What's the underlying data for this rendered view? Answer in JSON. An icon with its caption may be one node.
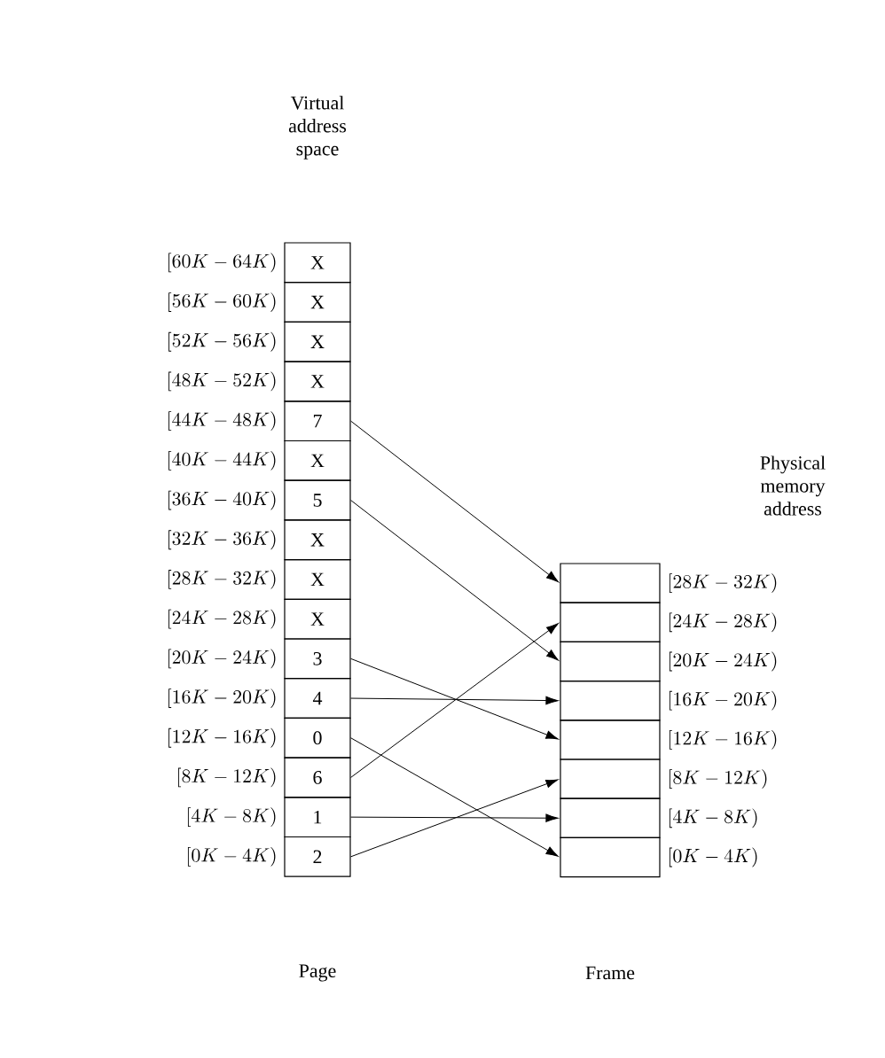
{
  "diagram": {
    "nodes": [
      {
        "text": [
          "X"
        ],
        "beside": [
          "[60K-64K)"
        ]
      },
      {
        "text": [
          "X"
        ],
        "beside": [
          "[56K-60K)"
        ]
      },
      {
        "text": [
          "X"
        ],
        "beside": [
          "[52K-56K)"
        ]
      },
      {
        "text": [
          "X"
        ],
        "beside": [
          "[48K-52K)"
        ]
      },
      {
        "text": [
          "7"
        ],
        "beside": [
          "[44K-48K)"
        ]
      },
      {
        "text": [
          "X"
        ],
        "beside": [
          "[40K-44K)"
        ]
      },
      {
        "text": [
          "5"
        ],
        "beside": [
          "[36K-40K)"
        ]
      },
      {
        "text": [
          "X"
        ],
        "beside": [
          "[32K-36K)"
        ]
      },
      {
        "text": [
          "X"
        ],
        "beside": [
          "[28K-32K)"
        ]
      },
      {
        "text": [
          "X"
        ],
        "beside": [
          "[24K-28K)"
        ]
      },
      {
        "text": [
          "3"
        ],
        "beside": [
          "[20K-24K)"
        ]
      },
      {
        "text": [
          "4"
        ],
        "beside": [
          "[16K-20K)"
        ]
      },
      {
        "text": [
          "0"
        ],
        "beside": [
          "[12K-16K)"
        ]
      },
      {
        "text": [
          "6"
        ],
        "beside": [
          "[8K-12K)"
        ]
      },
      {
        "text": [
          "1"
        ],
        "beside": [
          "[4K-8K)"
        ]
      },
      {
        "text": [
          "2"
        ],
        "beside": [
          "[0K-4K)"
        ]
      },
      {
        "text": [],
        "shape": "box",
        "beside": [
          "[28K-32K)"
        ]
      },
      {
        "text": [],
        "shape": "box",
        "beside": [
          "[24K-28K)"
        ]
      },
      {
        "text": [],
        "shape": "box",
        "beside": [
          "[20K-24K)"
        ]
      },
      {
        "text": [],
        "shape": "box",
        "beside": [
          "[16K-20K)"
        ]
      },
      {
        "text": [],
        "shape": "box",
        "beside": [
          "[12K-16K)"
        ]
      },
      {
        "text": [],
        "shape": "box",
        "beside": [
          "[8K-12K)"
        ]
      },
      {
        "text": [],
        "shape": "box",
        "beside": [
          "[4K-8K)"
        ]
      },
      {
        "text": [],
        "shape": "box",
        "beside": [
          "[0K-4K)"
        ]
      }
    ],
    "edges": [
      {
        "from": 4,
        "to": 16,
        "arrow": "to"
      },
      {
        "from": 6,
        "to": 18,
        "arrow": "to"
      },
      {
        "from": 10,
        "to": 20,
        "arrow": "to"
      },
      {
        "from": 11,
        "to": 19,
        "arrow": "to"
      },
      {
        "from": 12,
        "to": 23,
        "arrow": "to"
      },
      {
        "from": 13,
        "to": 17,
        "arrow": "to"
      },
      {
        "from": 14,
        "to": 22,
        "arrow": "to"
      },
      {
        "from": 15,
        "to": 21,
        "arrow": "to"
      }
    ],
    "labels": [
      "Virtual address space",
      "Physical memory address",
      "Page",
      "Frame"
    ]
  }
}
